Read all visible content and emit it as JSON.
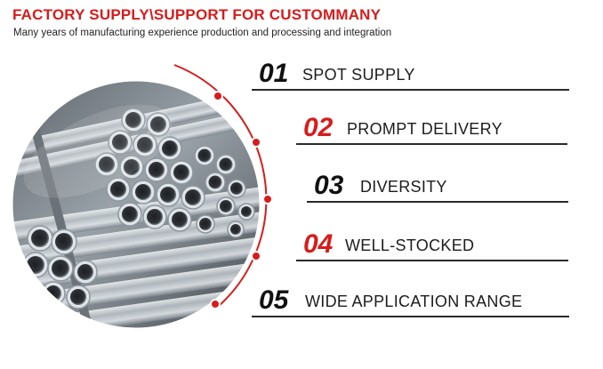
{
  "header": {
    "title": "FACTORY SUPPLY\\SUPPORT FOR CUSTOMMANY",
    "subtitle": "Many years of manufacturing experience production and processing and integration"
  },
  "features": [
    {
      "number": "01",
      "label": "SPOT SUPPLY",
      "number_color": "#111111"
    },
    {
      "number": "02",
      "label": "PROMPT DELIVERY",
      "number_color": "#d71c1c"
    },
    {
      "number": "03",
      "label": "DIVERSITY",
      "number_color": "#111111"
    },
    {
      "number": "04",
      "label": "WELL-STOCKED",
      "number_color": "#d71c1c"
    },
    {
      "number": "05",
      "label": "WIDE APPLICATION RANGE",
      "number_color": "#111111"
    }
  ],
  "colors": {
    "accent": "#d71c1c",
    "text": "#1c1c1c",
    "rule": "#2a2a2a"
  },
  "image": {
    "subject": "galvanized steel pipes bundle",
    "icon": "pipes-photo"
  }
}
